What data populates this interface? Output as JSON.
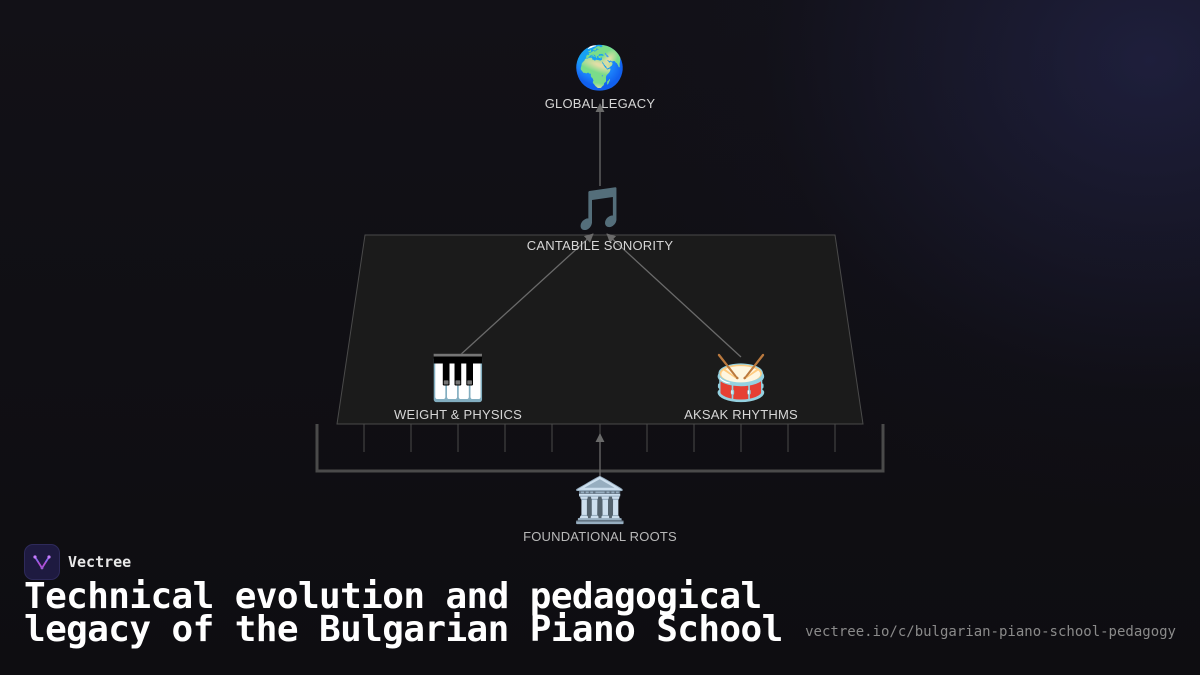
{
  "diagram": {
    "nodes": {
      "global_legacy": {
        "icon": "globe-africa-icon",
        "emoji": "🌍",
        "label": "GLOBAL LEGACY"
      },
      "cantabile": {
        "icon": "musical-note-icon",
        "emoji": "🎵",
        "label": "CANTABILE SONORITY"
      },
      "weight_physics": {
        "icon": "piano-keys-icon",
        "emoji": "🎹",
        "label": "WEIGHT & PHYSICS"
      },
      "aksak": {
        "icon": "drum-icon",
        "emoji": "🥁",
        "label": "AKSAK RHYTHMS"
      },
      "roots": {
        "icon": "classical-building-icon",
        "emoji": "🏛️",
        "label": "FOUNDATIONAL ROOTS"
      }
    },
    "colors": {
      "platform_fill": "#1b1b1b",
      "platform_stroke": "#4a4a4a",
      "edge": "#6a6a6a",
      "label": "#d6d6d6"
    }
  },
  "footer": {
    "brand_name": "Vectree",
    "brand_icon": "vectree-logo-icon",
    "title": "Technical evolution and pedagogical legacy of the Bulgarian Piano School",
    "url": "vectree.io/c/bulgarian-piano-school-pedagogy"
  }
}
